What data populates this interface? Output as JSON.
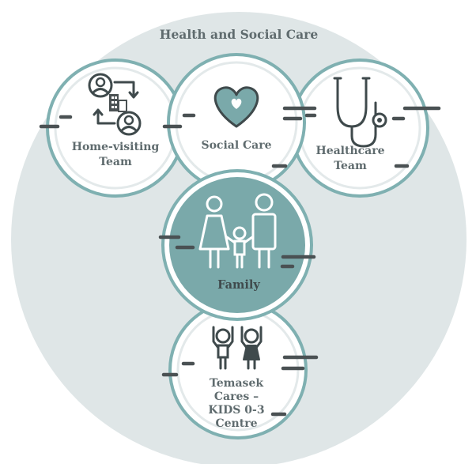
{
  "diagram": {
    "outer_label": "Health and Social Care",
    "nodes": {
      "home_visiting": {
        "lines": [
          "Home-visiting",
          "Team"
        ]
      },
      "social_care": {
        "lines": [
          "Social Care"
        ]
      },
      "healthcare": {
        "lines": [
          "Healthcare",
          "Team"
        ]
      },
      "family": {
        "lines": [
          "Family"
        ]
      },
      "temasek": {
        "lines": [
          "Temasek",
          "Cares –",
          "KIDS 0-3",
          "Centre"
        ]
      }
    }
  },
  "colors": {
    "outer_bg": "#dfe6e7",
    "ring": "#7fb0b1",
    "teal_fill": "#7aa9aa",
    "text": "#5f6b6e",
    "icon_dark": "#3f4a4c"
  }
}
